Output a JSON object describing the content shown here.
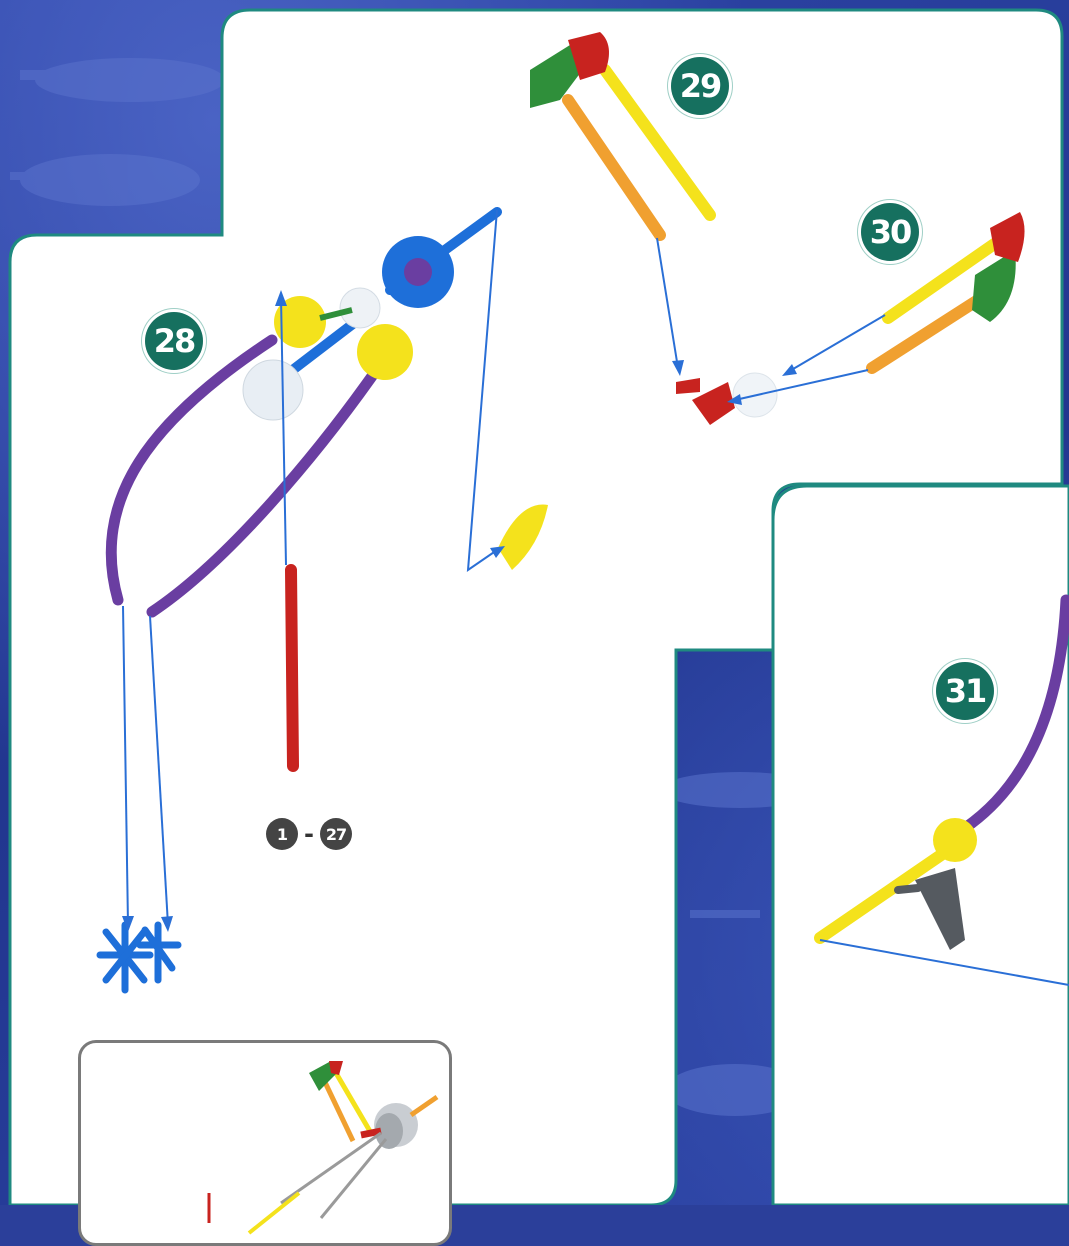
{
  "steps": {
    "step_28": "28",
    "step_29": "29",
    "step_30": "30",
    "step_31": "31"
  },
  "range": {
    "from": "1",
    "separator": "-",
    "to": "27"
  },
  "colors": {
    "panel_border": "#1f8a80",
    "badge": "#16705f",
    "background": "#2b3f9a",
    "arrow": "#2a6fd6",
    "purple_rod": "#6a3ea1",
    "yellow_part": "#f4e21c",
    "orange_part": "#f0a030",
    "red_part": "#c8231f",
    "green_part": "#2f8f3a",
    "blue_part": "#1e6fd9",
    "white_part": "#e8eef4",
    "gray_part": "#555a60"
  },
  "icons": [
    "helicopter-silhouette",
    "connector-piece",
    "rod-piece",
    "spacer-piece"
  ]
}
